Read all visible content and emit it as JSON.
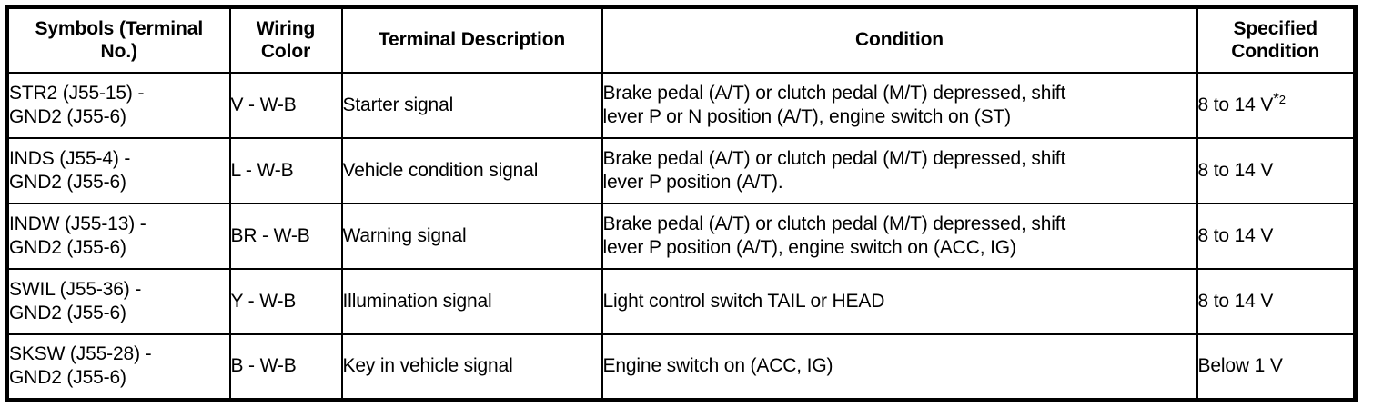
{
  "table": {
    "columns": [
      {
        "key": "symbols",
        "header_lines": [
          "Symbols (Terminal",
          "No.)"
        ],
        "align": "center"
      },
      {
        "key": "wiring",
        "header_lines": [
          "Wiring",
          "Color"
        ],
        "align": "center"
      },
      {
        "key": "description",
        "header_lines": [
          "Terminal Description"
        ],
        "align": "center"
      },
      {
        "key": "condition",
        "header_lines": [
          "Condition"
        ],
        "align": "center"
      },
      {
        "key": "specified",
        "header_lines": [
          "Specified",
          "Condition"
        ],
        "align": "center"
      }
    ],
    "rows": [
      {
        "symbols_line1": "STR2 (J55-15) -",
        "symbols_line2": "GND2 (J55-6)",
        "wiring": "V - W-B",
        "description": "Starter signal",
        "condition_line1": "Brake pedal (A/T) or clutch pedal (M/T) depressed, shift",
        "condition_line2": "lever P or N position (A/T), engine switch on (ST)",
        "specified": "8 to 14 V",
        "specified_footnote_star": "*",
        "specified_footnote_num": "2"
      },
      {
        "symbols_line1": "INDS (J55-4) -",
        "symbols_line2": "GND2 (J55-6)",
        "wiring": "L - W-B",
        "description": "Vehicle condition signal",
        "condition_line1": "Brake pedal (A/T) or clutch pedal (M/T) depressed, shift",
        "condition_line2": "lever P position (A/T).",
        "specified": "8 to 14 V",
        "specified_footnote_star": "",
        "specified_footnote_num": ""
      },
      {
        "symbols_line1": "INDW (J55-13) -",
        "symbols_line2": "GND2 (J55-6)",
        "wiring": "BR - W-B",
        "description": "Warning signal",
        "condition_line1": "Brake pedal (A/T) or clutch pedal (M/T) depressed, shift",
        "condition_line2": "lever P position (A/T), engine switch on (ACC, IG)",
        "specified": "8 to 14 V",
        "specified_footnote_star": "",
        "specified_footnote_num": ""
      },
      {
        "symbols_line1": "SWIL (J55-36) -",
        "symbols_line2": "GND2 (J55-6)",
        "wiring": "Y - W-B",
        "description": "Illumination signal",
        "condition_line1": "Light control switch TAIL or HEAD",
        "condition_line2": "",
        "specified": "8 to 14 V",
        "specified_footnote_star": "",
        "specified_footnote_num": ""
      },
      {
        "symbols_line1": "SKSW (J55-28) -",
        "symbols_line2": "GND2 (J55-6)",
        "wiring": "B - W-B",
        "description": "Key in vehicle signal",
        "condition_line1": "Engine switch on (ACC, IG)",
        "condition_line2": "",
        "specified": "Below 1 V",
        "specified_footnote_star": "",
        "specified_footnote_num": ""
      }
    ]
  },
  "colors": {
    "border": "#000000",
    "text": "#000000",
    "background": "#ffffff"
  }
}
